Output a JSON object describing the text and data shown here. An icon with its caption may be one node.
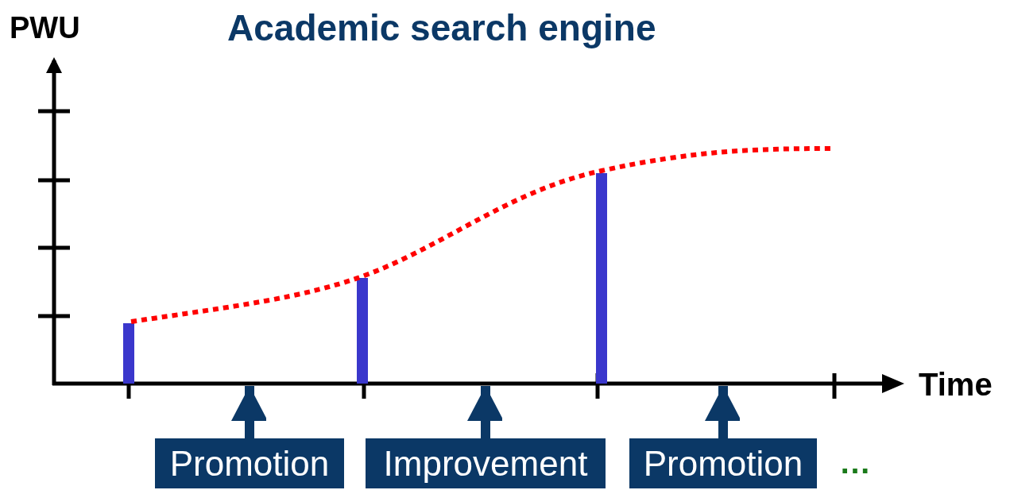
{
  "diagram": {
    "title": "Academic search engine",
    "nodes": [
      {
        "text": [
          "Promotion"
        ]
      },
      {
        "text": [
          "Improvement"
        ]
      },
      {
        "text": [
          "Promotion"
        ]
      }
    ],
    "edges": [
      {
        "from": 0,
        "to": null,
        "arrow": "to"
      },
      {
        "from": 1,
        "to": null,
        "arrow": "to"
      },
      {
        "from": 2,
        "to": null,
        "arrow": "to"
      }
    ],
    "labels": [
      "PWU",
      "Time",
      "…"
    ]
  }
}
